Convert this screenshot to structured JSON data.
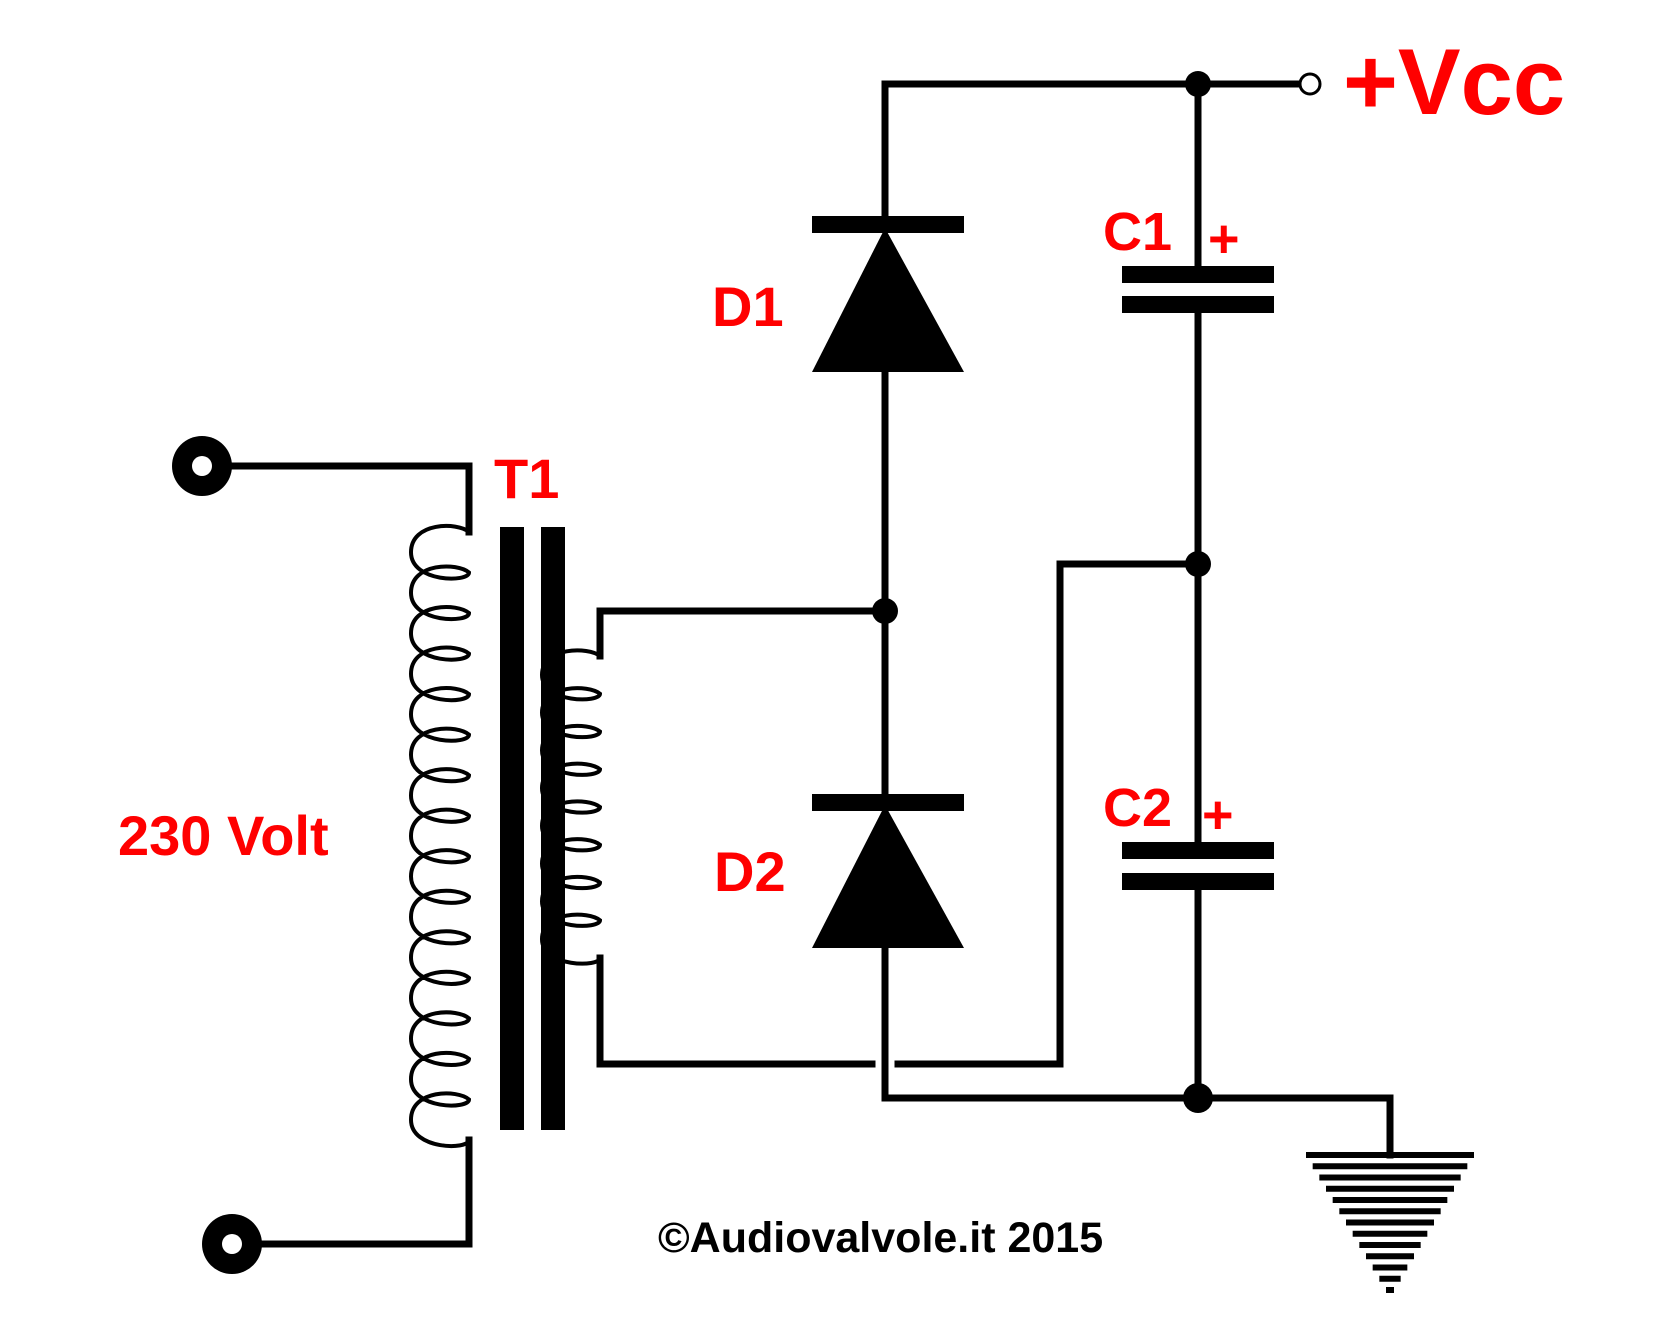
{
  "labels": {
    "vcc": "+Vcc",
    "c1": "C1",
    "c1_plus": "+",
    "c2": "C2",
    "c2_plus": "+",
    "d1": "D1",
    "d2": "D2",
    "t1": "T1",
    "input_voltage": "230 Volt",
    "copyright": "©Audiovalvole.it 2015"
  },
  "colors": {
    "label": "#ff0000",
    "wire": "#000000",
    "background": "#ffffff"
  }
}
